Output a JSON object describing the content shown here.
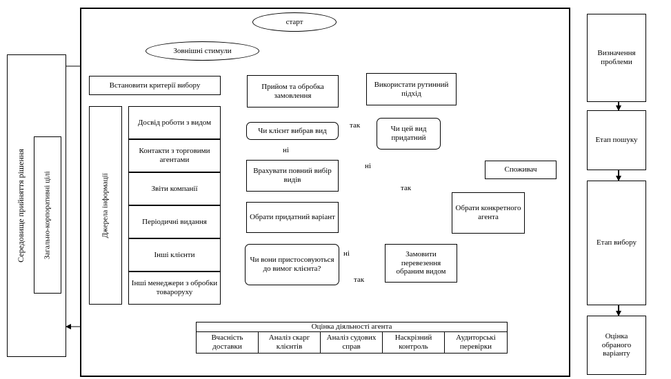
{
  "nodes": {
    "start": "старт",
    "external_stimuli": "Зовнішні стимули",
    "set_criteria": "Встановити критерії вибору",
    "receive_order": "Прийом та обробка замовлення",
    "routine": "Використати рутинний підхід",
    "client_chose": "Чи клієнт вибрав вид",
    "type_suitable": "Чи цей вид придатний",
    "consider_full": "Врахувати повний вибір видів",
    "choose_suitable": "Обрати придатний варіант",
    "adapt_question": "Чи вони пристосовуються до вимог клієнта?",
    "order_transport": "Замовити перевезення обраним видом",
    "choose_agent": "Обрати конкретного агента",
    "consumer": "Споживач",
    "agent_eval": "Оцінка діяльності агента"
  },
  "sources": {
    "title": "Джерела інформації",
    "items": [
      "Досвід роботи з видом",
      "Контакти з торговими агентами",
      "Звіти компанії",
      "Періодичні видання",
      "Інші клієнти",
      "Інші менеджери з обробки товароруху"
    ]
  },
  "eval_items": [
    "Вчасність доставки",
    "Аналіз скарг клієнтів",
    "Аналіз судових справ",
    "Наскрізний контроль",
    "Аудиторські перевірки"
  ],
  "left_panel": {
    "outer": "Середовище прийняття рішення",
    "inner": "Загально-корпоративні цілі"
  },
  "stages": [
    "Визначення проблеми",
    "Етап пошуку",
    "Етап вибору",
    "Оцінка обраного варіанту"
  ],
  "edge_labels": {
    "yes": "так",
    "no": "ні"
  }
}
